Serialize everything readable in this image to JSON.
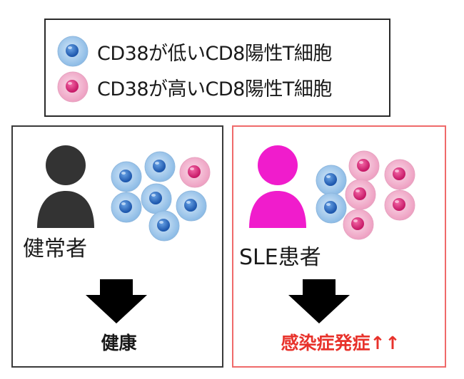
{
  "legend": {
    "low_label": "CD38が低いCD8陽性T細胞",
    "high_label": "CD38が高いCD8陽性T細胞"
  },
  "panels": {
    "healthy": {
      "group_label": "健常者",
      "outcome": "健康",
      "low_cd38_cells": 6,
      "high_cd38_cells": 1
    },
    "sle": {
      "group_label": "SLE患者",
      "outcome": "感染症発症↑↑",
      "low_cd38_cells": 2,
      "high_cd38_cells": 5
    }
  },
  "colors": {
    "low_cell_fill": "#a9cdef",
    "low_cell_nucleus": "#2f6dc4",
    "high_cell_fill": "#f2b6d0",
    "high_cell_nucleus": "#e0337f",
    "healthy_person": "#333333",
    "sle_person": "#f01ccc",
    "risk_text": "#e8322b"
  }
}
